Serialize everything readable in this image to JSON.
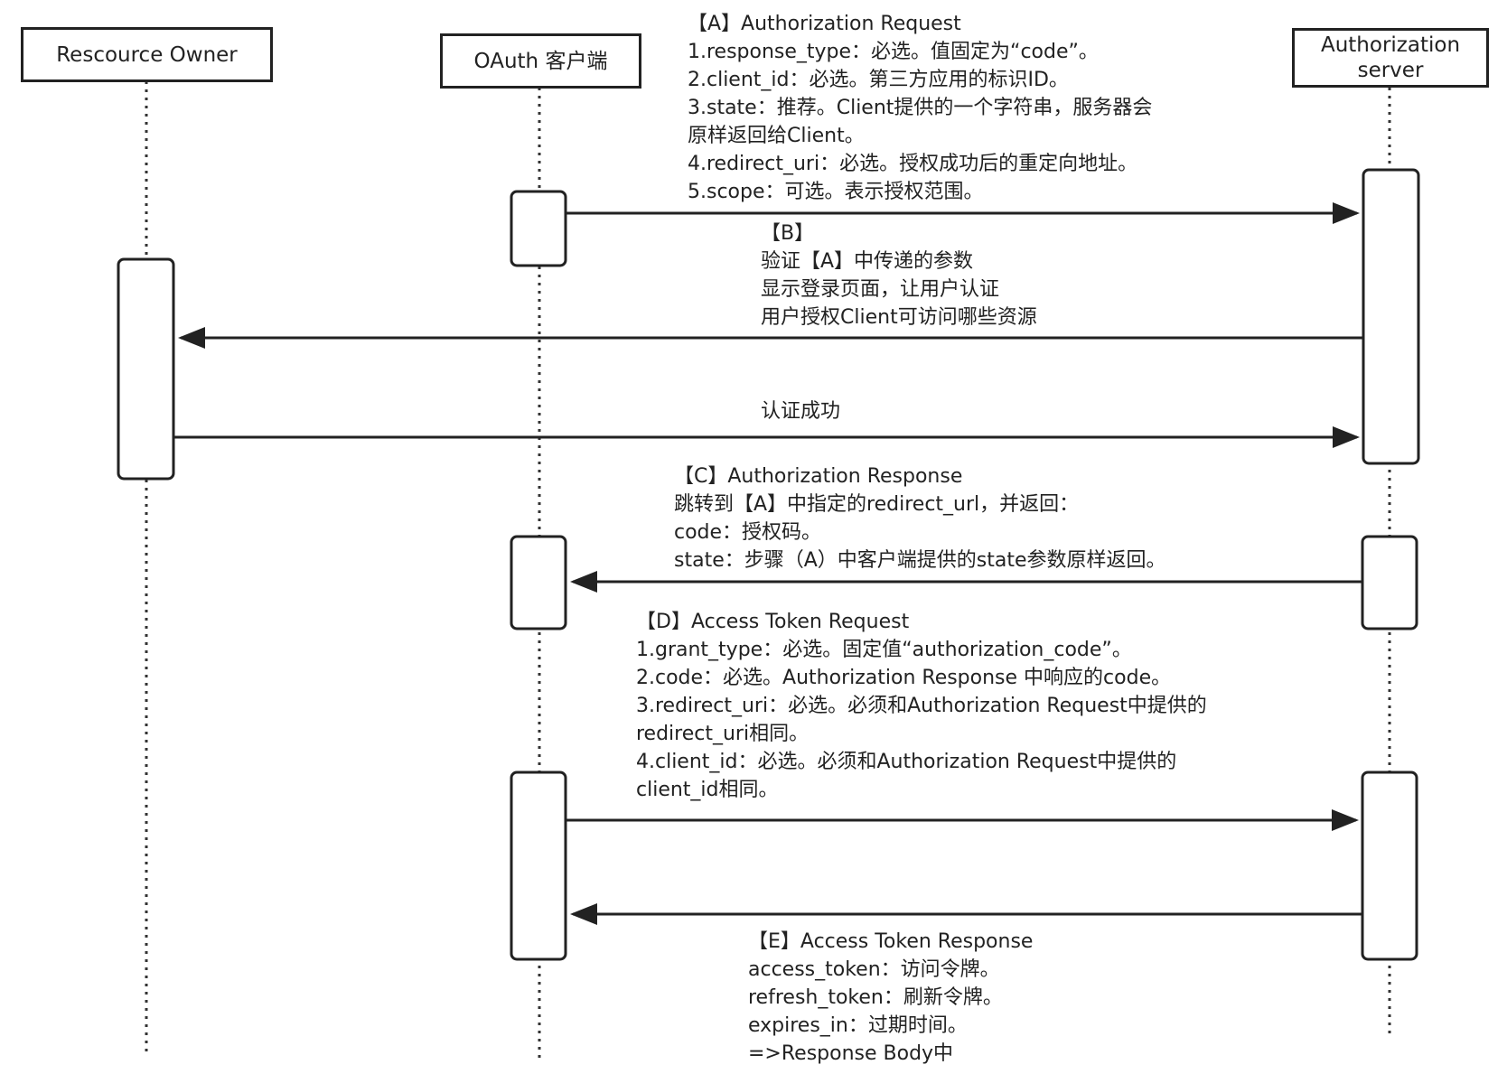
{
  "participants": {
    "owner": "Rescource Owner",
    "client": "OAuth 客户端",
    "auth_server_line1": "Authorization",
    "auth_server_line2": "server"
  },
  "notes": {
    "a": [
      "【A】Authorization Request",
      "1.response_type：必选。值固定为“code”。",
      "2.client_id：必选。第三方应用的标识ID。",
      "3.state：推荐。Client提供的一个字符串，服务器会",
      "原样返回给Client。",
      "4.redirect_uri：必选。授权成功后的重定向地址。",
      "5.scope：可选。表示授权范围。"
    ],
    "b": [
      "【B】",
      "验证【A】中传递的参数",
      "显示登录页面，让用户认证",
      "用户授权Client可访问哪些资源"
    ],
    "auth_success": [
      "认证成功"
    ],
    "c": [
      "【C】Authorization Response",
      "跳转到【A】中指定的redirect_url，并返回：",
      "code：授权码。",
      "state：步骤（A）中客户端提供的state参数原样返回。"
    ],
    "d": [
      "【D】Access Token Request",
      "1.grant_type：必选。固定值“authorization_code”。",
      "2.code：必选。Authorization Response 中响应的code。",
      "3.redirect_uri：必选。必须和Authorization Request中提供的",
      "redirect_uri相同。",
      "4.client_id：必选。必须和Authorization Request中提供的",
      "client_id相同。"
    ],
    "e": [
      "【E】Access Token Response",
      "access_token：访问令牌。",
      "refresh_token：刷新令牌。",
      "expires_in：过期时间。",
      "=>Response Body中"
    ]
  }
}
